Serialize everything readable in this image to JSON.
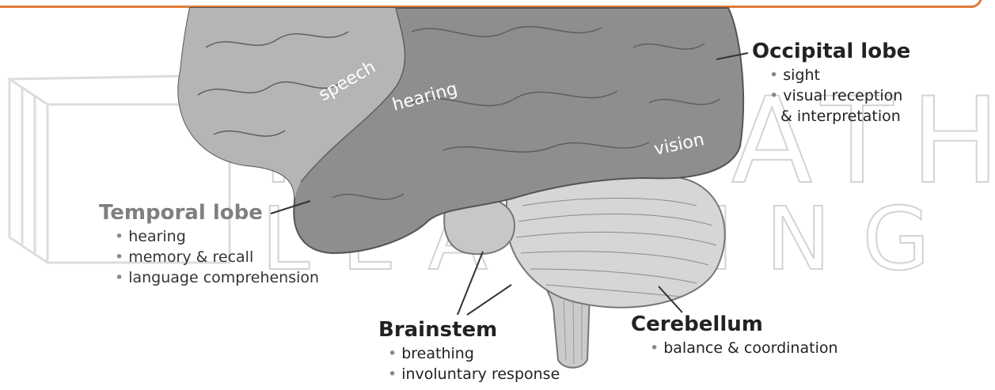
{
  "watermark": {
    "line1": "NEW PATH",
    "line2": "LEARNING"
  },
  "brain_region_words": {
    "speech": "speech",
    "hearing": "hearing",
    "vision": "vision"
  },
  "labels": {
    "occipital": {
      "title": "Occipital lobe",
      "items": [
        "sight",
        "visual reception",
        "& interpretation"
      ]
    },
    "temporal": {
      "title": "Temporal lobe",
      "items": [
        "hearing",
        "memory & recall",
        "language comprehension"
      ]
    },
    "brainstem": {
      "title": "Brainstem",
      "items": [
        "breathing",
        "involuntary response"
      ]
    },
    "cerebellum": {
      "title": "Cerebellum",
      "items": [
        "balance & coordination"
      ]
    }
  },
  "colors": {
    "frame_border": "#e07b39",
    "cerebrum_dark": "#8e8e8e",
    "cerebrum_light": "#b5b5b5",
    "cerebellum": "#d6d6d6",
    "brainstem": "#cbcbcb"
  }
}
